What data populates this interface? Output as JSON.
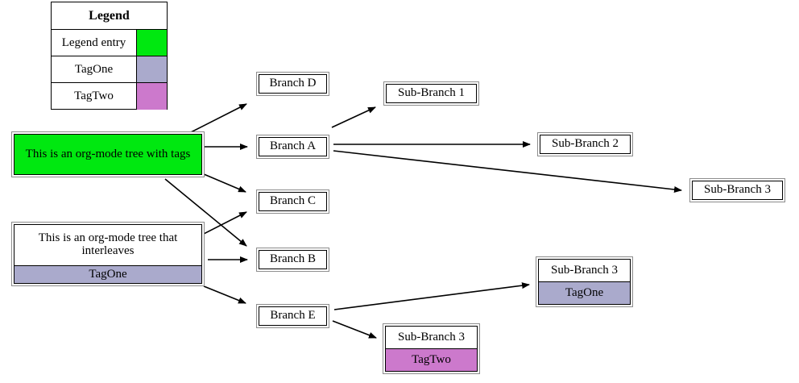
{
  "legend": {
    "title": "Legend",
    "rows": [
      {
        "label": "Legend entry",
        "color": "#00e810",
        "swatch_name": "legend-swatch-entry"
      },
      {
        "label": "TagOne",
        "color": "#aaaacc",
        "swatch_name": "legend-swatch-tagone"
      },
      {
        "label": "TagTwo",
        "color": "#cc79cc",
        "swatch_name": "legend-swatch-tagtwo"
      }
    ]
  },
  "colors": {
    "entry_green": "#00e810",
    "tagone_purple": "#aaaacc",
    "tagtwo_orchid": "#cc79cc",
    "node_border": "#000000",
    "node_frame": "#8c8c8c",
    "edge": "#000000",
    "background": "#ffffff"
  },
  "nodes": {
    "root_tags": {
      "title": "This is an org-mode tree with tags",
      "fill": "#00e810"
    },
    "root_interleaves": {
      "title": "This is an org-mode tree that interleaves",
      "tag": "TagOne",
      "tag_fill": "#aaaacc"
    },
    "branch_d": {
      "title": "Branch D"
    },
    "branch_a": {
      "title": "Branch A"
    },
    "branch_c": {
      "title": "Branch C"
    },
    "branch_b": {
      "title": "Branch B"
    },
    "branch_e": {
      "title": "Branch E"
    },
    "sub_branch_1": {
      "title": "Sub-Branch 1"
    },
    "sub_branch_2": {
      "title": "Sub-Branch 2"
    },
    "sub_branch_3": {
      "title": "Sub-Branch 3"
    },
    "sub_branch_3_tagone": {
      "title": "Sub-Branch 3",
      "tag": "TagOne",
      "tag_fill": "#aaaacc"
    },
    "sub_branch_3_tagtwo": {
      "title": "Sub-Branch 3",
      "tag": "TagTwo",
      "tag_fill": "#cc79cc"
    }
  },
  "edges": [
    {
      "from": "root_tags",
      "to": "branch_d"
    },
    {
      "from": "root_tags",
      "to": "branch_a"
    },
    {
      "from": "root_tags",
      "to": "branch_c"
    },
    {
      "from": "root_tags",
      "to": "branch_b"
    },
    {
      "from": "root_interleaves",
      "to": "branch_c"
    },
    {
      "from": "root_interleaves",
      "to": "branch_b"
    },
    {
      "from": "root_interleaves",
      "to": "branch_e"
    },
    {
      "from": "branch_a",
      "to": "sub_branch_1"
    },
    {
      "from": "branch_a",
      "to": "sub_branch_2"
    },
    {
      "from": "branch_a",
      "to": "sub_branch_3"
    },
    {
      "from": "branch_e",
      "to": "sub_branch_3_tagone"
    },
    {
      "from": "branch_e",
      "to": "sub_branch_3_tagtwo"
    }
  ]
}
